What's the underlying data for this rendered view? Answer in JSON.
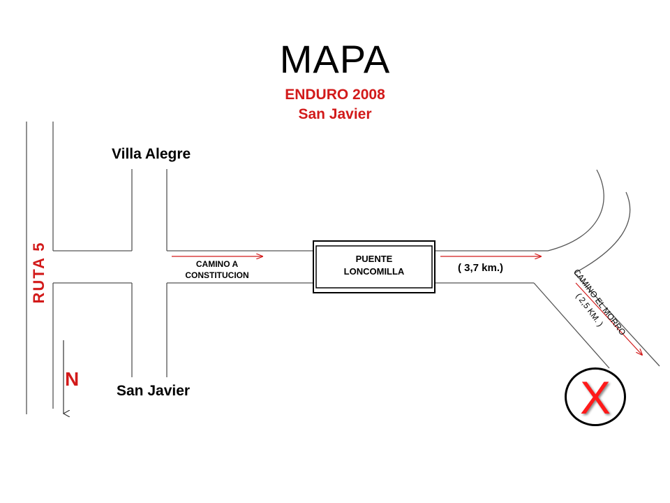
{
  "title": "MAPA",
  "subtitle": "ENDURO 2008",
  "location": "San Javier",
  "places": {
    "north_town": "Villa  Alegre",
    "south_town": "San Javier"
  },
  "roads": {
    "highway": "RUTA 5",
    "camino_a": "CAMINO A",
    "camino_a_2": "CONSTITUCION",
    "distance_1": "( 3,7 km.)",
    "morro_name": "CAMINO EL MORRO",
    "morro_distance": "( 2,5 KM. )"
  },
  "bridge": {
    "line1": "PUENTE",
    "line2": "LONCOMILLA"
  },
  "compass": {
    "label": "N"
  },
  "destination": {
    "label": "X"
  },
  "colors": {
    "accent": "#d21a1a",
    "road": "#555555",
    "destination": "#ff1a1a"
  }
}
